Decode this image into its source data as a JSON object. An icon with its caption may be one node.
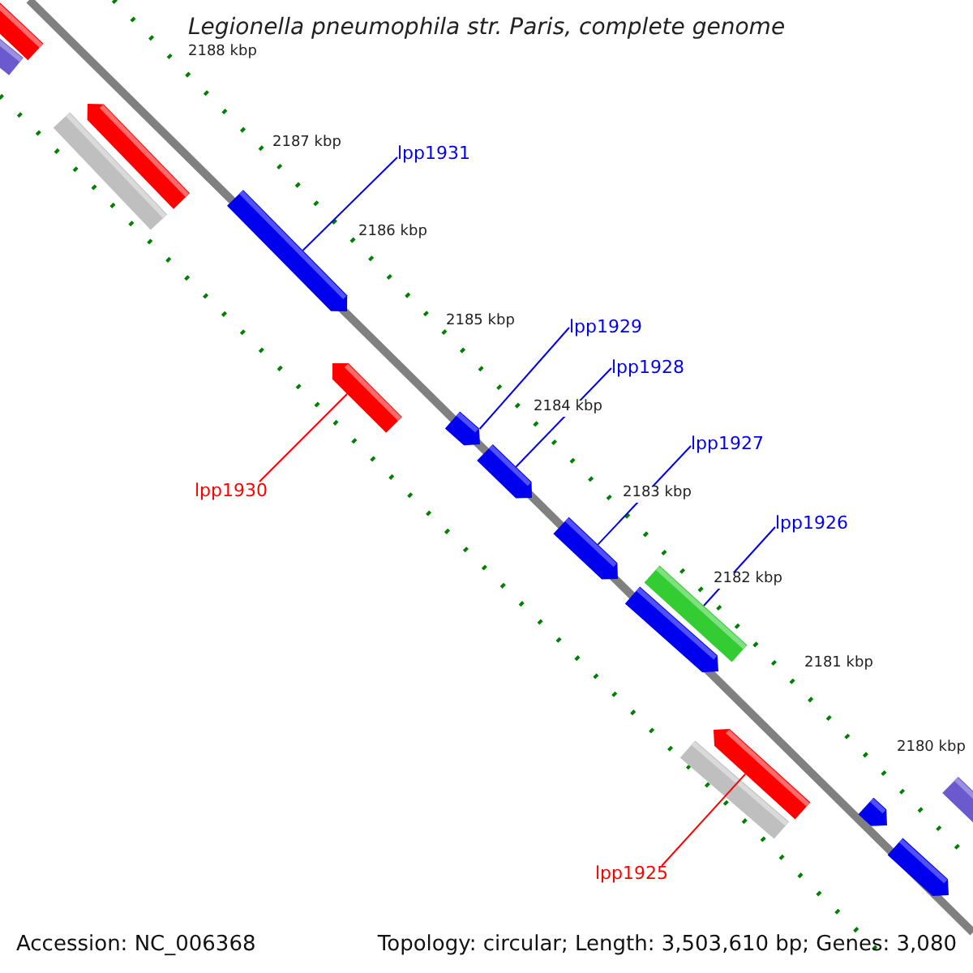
{
  "diagram": {
    "title": "Legionella pneumophila str. Paris, complete genome",
    "nodes": [
      {
        "text": [
          "lpp1931"
        ]
      },
      {
        "text": [
          "lpp1929"
        ]
      },
      {
        "text": [
          "lpp1928"
        ]
      },
      {
        "text": [
          "lpp1927"
        ]
      },
      {
        "text": [
          "lpp1926"
        ]
      },
      {
        "text": [
          "lpp1930"
        ]
      },
      {
        "text": [
          "lpp1925"
        ]
      },
      {
        "text": [],
        "shape": "bar"
      },
      {
        "text": [],
        "shape": "bar"
      },
      {
        "text": [],
        "shape": "bar"
      },
      {
        "text": [],
        "shape": "bar"
      },
      {
        "text": [],
        "shape": "bar"
      },
      {
        "text": [],
        "shape": "bar"
      },
      {
        "text": [],
        "shape": "bar"
      },
      {
        "text": [],
        "shape": "bar"
      },
      {
        "text": [],
        "shape": "bar"
      },
      {
        "text": [],
        "shape": "bar"
      },
      {
        "text": [],
        "shape": "bar"
      },
      {
        "text": [],
        "shape": "bar"
      },
      {
        "text": [],
        "shape": "bar"
      },
      {
        "text": [],
        "shape": "bar"
      },
      {
        "text": [],
        "shape": "bar"
      },
      {
        "text": [],
        "shape": "bar"
      }
    ],
    "edges": [
      {
        "from": 0,
        "to": 11,
        "arrow": "none"
      },
      {
        "from": 1,
        "to": 13,
        "arrow": "none"
      },
      {
        "from": 2,
        "to": 14,
        "arrow": "none"
      },
      {
        "from": 3,
        "to": 15,
        "arrow": "none"
      },
      {
        "from": 4,
        "to": 16,
        "arrow": "none"
      },
      {
        "from": 5,
        "to": 12,
        "arrow": "none",
        "color": "#ff0000"
      },
      {
        "from": 6,
        "to": 18,
        "arrow": "none",
        "color": "#ff0000"
      }
    ],
    "labels": [
      "2188 kbp",
      "2187 kbp",
      "2186 kbp",
      "2185 kbp",
      "2184 kbp",
      "2183 kbp",
      "2182 kbp",
      "2181 kbp",
      "2180 kbp",
      "Accession: NC_006368",
      "Topology: circular; Length: 3,503,610 bp; Genes: 3,080"
    ]
  }
}
